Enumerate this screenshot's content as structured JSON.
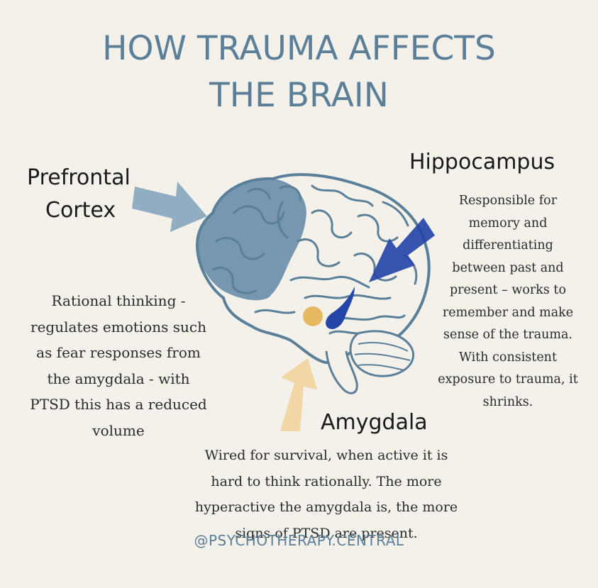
{
  "title": {
    "line1": "HOW TRAUMA AFFECTS",
    "line2": "THE BRAIN"
  },
  "prefrontal": {
    "label_line1": "Prefrontal",
    "label_line2": "Cortex",
    "desc_lines": [
      "Rational thinking -",
      "regulates emotions such",
      "as fear responses from",
      "the amygdala - with",
      "PTSD this has a reduced",
      "volume"
    ]
  },
  "hippocampus": {
    "label": "Hippocampus",
    "desc_lines": [
      "Responsible for",
      "memory and",
      "differentiating",
      "between past and",
      "present – works to",
      "remember and make",
      "sense of the trauma.",
      "With consistent",
      "exposure to trauma, it",
      "shrinks."
    ]
  },
  "amygdala": {
    "label": "Amygdala",
    "desc_lines": [
      "Wired for survival, when active it is",
      "hard to think rationally. The more",
      "hyperactive the amygdala is, the more",
      "signs of PTSD are present."
    ]
  },
  "footer": "@PSYCHOTHERAPY.CENTRAL",
  "colors": {
    "background": "#f4f1eb",
    "title": "#5b7f98",
    "prefrontal_shade": "#5f87a5",
    "prefrontal_arrow": "#8aa9c0",
    "hippocampus": "#2546a8",
    "amygdala_dot": "#e6b862",
    "amygdala_arrow": "#f2d6a6",
    "brain_outline": "#5a7f99"
  },
  "icons": [
    "brain-illustration",
    "prefrontal-arrow",
    "hippocampus-arrow",
    "amygdala-arrow"
  ]
}
